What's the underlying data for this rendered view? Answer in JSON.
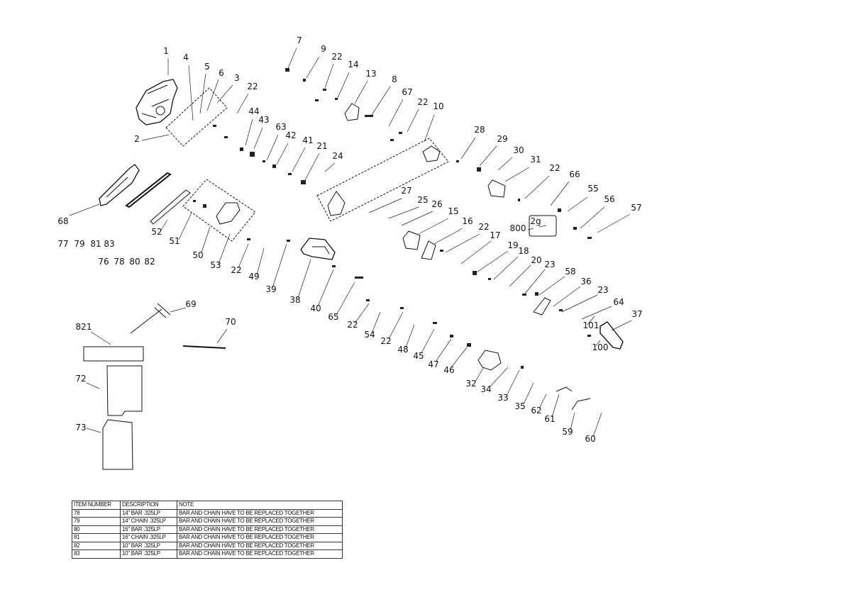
{
  "callouts": [
    "1",
    "4",
    "5",
    "6",
    "3",
    "2",
    "22",
    "44",
    "43",
    "63",
    "42",
    "41",
    "21",
    "24",
    "7",
    "9",
    "22",
    "14",
    "13",
    "8",
    "67",
    "22",
    "10",
    "28",
    "29",
    "30",
    "31",
    "22",
    "66",
    "55",
    "56",
    "57",
    "800",
    "2g",
    "68",
    "77",
    "79",
    "81",
    "83",
    "76",
    "78",
    "80",
    "82",
    "52",
    "51",
    "50",
    "53",
    "22",
    "49",
    "39",
    "38",
    "40",
    "65",
    "22",
    "54",
    "22",
    "48",
    "45",
    "47",
    "46",
    "27",
    "25",
    "26",
    "15",
    "16",
    "22",
    "17",
    "19",
    "18",
    "20",
    "23",
    "58",
    "36",
    "23",
    "64",
    "37",
    "101",
    "100",
    "32",
    "34",
    "33",
    "35",
    "62",
    "61",
    "59",
    "60",
    "69",
    "70",
    "821",
    "72",
    "73"
  ],
  "table": {
    "headers": [
      "ITEM NUMBER",
      "DESCRIPTION",
      "NOTE"
    ],
    "rows": [
      [
        "78",
        "14\" BAR .325LP",
        "BAR AND CHAIN HAVE TO BE REPLACED TOGETHER"
      ],
      [
        "79",
        "14\" CHAIN .325LP",
        "BAR AND CHAIN HAVE TO BE REPLACED TOGETHER"
      ],
      [
        "80",
        "16\" BAR .325LP",
        "BAR AND CHAIN HAVE TO BE REPLACED TOGETHER"
      ],
      [
        "81",
        "16\" CHAIN .325LP",
        "BAR AND CHAIN HAVE TO BE REPLACED TOGETHER"
      ],
      [
        "82",
        "10\" BAR .325LP",
        "BAR AND CHAIN HAVE TO BE REPLACED TOGETHER"
      ],
      [
        "83",
        "10\" BAR .325LP",
        "BAR AND CHAIN HAVE TO BE REPLACED TOGETHER"
      ]
    ]
  }
}
